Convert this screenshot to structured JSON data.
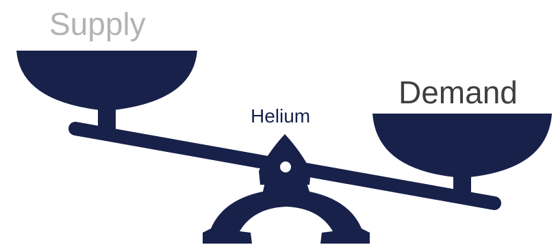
{
  "labels": {
    "supply": "Supply",
    "demand": "Demand",
    "fulcrum": "Helium"
  },
  "colors": {
    "scale": "#18214a",
    "supply_text": "#b3b3b3",
    "demand_text": "#3f3f3f",
    "fulcrum_text": "#18214a",
    "background": "#ffffff"
  }
}
